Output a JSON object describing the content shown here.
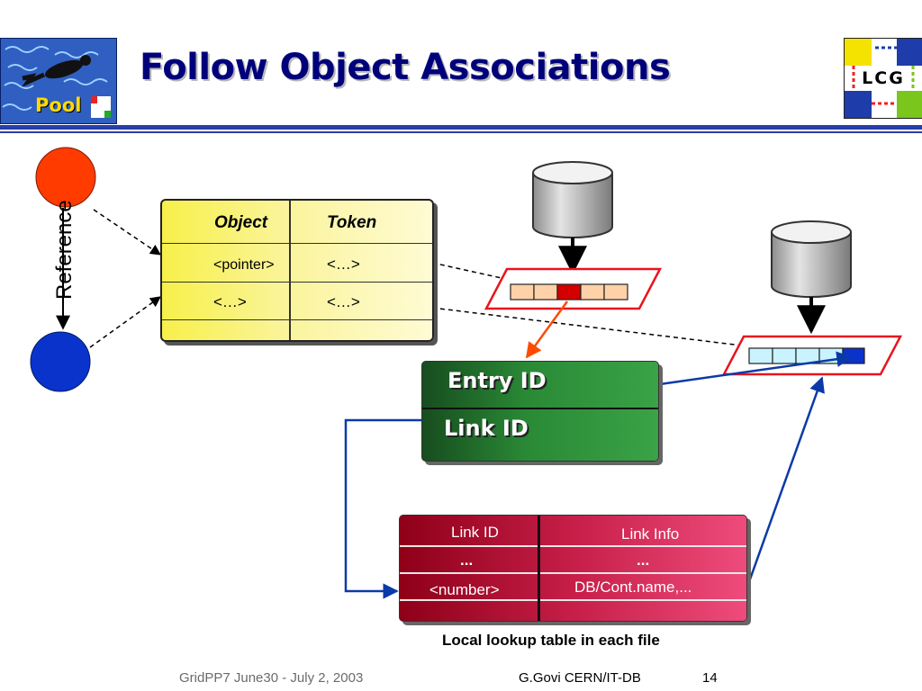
{
  "slide": {
    "title": "Follow Object Associations",
    "footer_left": "GridPP7 June30 - July 2, 2003",
    "footer_right": "G.Govi CERN/IT-DB",
    "page_number": "14"
  },
  "logos": {
    "pool_text": "Pool",
    "lcg_text": "LCG"
  },
  "diagram": {
    "reference_label": "Reference",
    "object_table": {
      "headers": [
        "Object",
        "Token"
      ],
      "rows": [
        [
          "<pointer>",
          "<…>"
        ],
        [
          "<…>",
          "<…>"
        ]
      ]
    },
    "entry_box": {
      "entry_label": "Entry ID",
      "link_label": "Link ID"
    },
    "lookup_table": {
      "headers": [
        "Link ID",
        "Link Info"
      ],
      "rows": [
        [
          "...",
          "..."
        ],
        [
          "<number>",
          "DB/Cont.name,..."
        ]
      ],
      "caption": "Local lookup table in each file"
    },
    "colors": {
      "title": "#00007a",
      "circle_top": "#ff3b00",
      "circle_bottom": "#0a33cc",
      "object_table": "#f7f04a",
      "entry_box": "#2a8a36",
      "lookup_table": "#c61e48",
      "frame_red": "#e8141e",
      "arrow_blue": "#0b3aa8",
      "arrow_orange": "#ff4a00"
    }
  }
}
